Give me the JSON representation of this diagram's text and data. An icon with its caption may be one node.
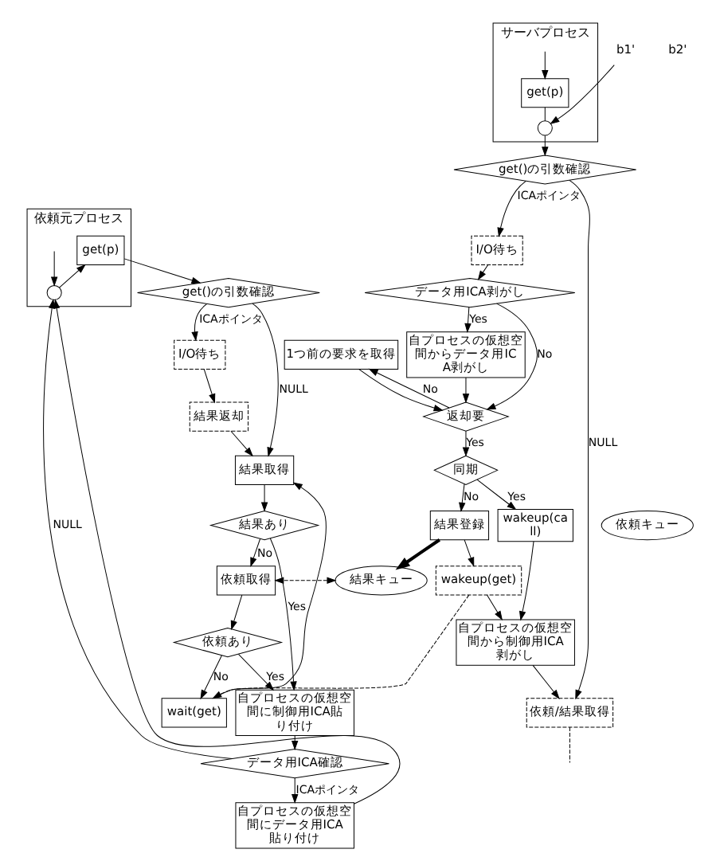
{
  "diagram": {
    "nodes": [
      {
        "text": [
          "依頼元プロセス"
        ]
      },
      {
        "text": [
          "get(p)"
        ],
        "in": 0
      },
      {
        "text": [],
        "shape": "circle",
        "in": 0
      },
      {
        "text": [
          "サーバプロセス"
        ]
      },
      {
        "text": [
          "get(p)"
        ],
        "in": 3
      },
      {
        "text": [],
        "shape": "circle",
        "in": 3
      },
      {
        "text": [
          "get()の引数確認"
        ]
      },
      {
        "text": [
          "I/O待ち"
        ]
      },
      {
        "text": [
          "結果返却"
        ]
      },
      {
        "text": [
          "結果取得"
        ]
      },
      {
        "text": [
          "結果あり"
        ]
      },
      {
        "text": [
          "依頼取得"
        ]
      },
      {
        "text": [
          "依頼あり"
        ]
      },
      {
        "text": [
          "wait(get)"
        ]
      },
      {
        "text": [
          "自プロセスの仮想空間に制御用ICA貼り付け"
        ]
      },
      {
        "text": [
          "データ用ICA確認"
        ]
      },
      {
        "text": [
          "自プロセスの仮想空間にデータ用ICA貼り付け"
        ]
      },
      {
        "text": [
          "依頼キュー"
        ]
      },
      {
        "text": [
          "結果キュー"
        ]
      },
      {
        "text": [
          "get()の引数確認"
        ]
      },
      {
        "text": [
          "I/O待ち"
        ]
      },
      {
        "text": [
          "データ用ICA剥がし"
        ]
      },
      {
        "text": [
          "自プロセスの仮想空間からデータ用ICA剥がし"
        ]
      },
      {
        "text": [
          "1つ前の要求を取得"
        ]
      },
      {
        "text": [
          "返却要"
        ]
      },
      {
        "text": [
          "同期"
        ]
      },
      {
        "text": [
          "結果登録"
        ]
      },
      {
        "text": [
          "wakeup(get)"
        ]
      },
      {
        "text": [
          "wakeup(call)"
        ]
      },
      {
        "text": [
          "自プロセスの仮想空間から制御用ICA剥がし"
        ]
      },
      {
        "text": [
          "依頼/結果取得"
        ]
      },
      {
        "text": [
          "b1'"
        ]
      }
    ],
    "edges": [
      {
        "from": null,
        "to": 2,
        "arrow": "to"
      },
      {
        "from": 2,
        "to": 1,
        "arrow": "to"
      },
      {
        "from": 1,
        "to": 6,
        "arrow": "to"
      },
      {
        "from": 6,
        "to": 7,
        "arrow": "to",
        "label": "ICAポインタ"
      },
      {
        "from": 6,
        "to": 9,
        "arrow": "to",
        "label": "NULL"
      },
      {
        "from": 7,
        "to": 8,
        "arrow": "to"
      },
      {
        "from": 8,
        "to": 9,
        "arrow": "to"
      },
      {
        "from": 9,
        "to": 10,
        "arrow": "to"
      },
      {
        "from": 10,
        "to": 11,
        "arrow": "to",
        "label": "No"
      },
      {
        "from": 10,
        "to": 14,
        "arrow": "to",
        "label": "Yes"
      },
      {
        "from": 11,
        "to": 12,
        "arrow": "to"
      },
      {
        "from": 12,
        "to": 14,
        "arrow": "to",
        "label": "Yes"
      },
      {
        "from": 12,
        "to": 13,
        "arrow": "to",
        "label": "No"
      },
      {
        "from": 13,
        "to": 9,
        "arrow": "to"
      },
      {
        "from": 14,
        "to": 15,
        "arrow": "to"
      },
      {
        "from": 15,
        "to": 16,
        "arrow": "to",
        "label": "ICAポインタ"
      },
      {
        "from": 15,
        "to": 2,
        "arrow": "to",
        "label": "NULL"
      },
      {
        "from": 16,
        "to": 2,
        "arrow": "to"
      },
      {
        "from": 18,
        "to": 11,
        "arrow": "both",
        "style": "dashed"
      },
      {
        "from": null,
        "to": 4,
        "arrow": "to"
      },
      {
        "from": 31,
        "to": 5,
        "arrow": "to"
      },
      {
        "from": 4,
        "to": 5,
        "arrow": "none"
      },
      {
        "from": 5,
        "to": 19,
        "arrow": "to"
      },
      {
        "from": 19,
        "to": 20,
        "arrow": "to",
        "label": "ICAポインタ"
      },
      {
        "from": 19,
        "to": 30,
        "arrow": "to",
        "label": "NULL"
      },
      {
        "from": 20,
        "to": 21,
        "arrow": "to"
      },
      {
        "from": 21,
        "to": 22,
        "arrow": "to",
        "label": "Yes"
      },
      {
        "from": 21,
        "to": 24,
        "arrow": "to",
        "label": "No"
      },
      {
        "from": 22,
        "to": 24,
        "arrow": "to"
      },
      {
        "from": 24,
        "to": 23,
        "arrow": "to",
        "label": "No"
      },
      {
        "from": 23,
        "to": 24,
        "arrow": "to"
      },
      {
        "from": 24,
        "to": 25,
        "arrow": "to",
        "label": "Yes"
      },
      {
        "from": 25,
        "to": 26,
        "arrow": "to",
        "label": "No"
      },
      {
        "from": 25,
        "to": 28,
        "arrow": "to",
        "label": "Yes"
      },
      {
        "from": 26,
        "to": 27,
        "arrow": "to"
      },
      {
        "from": 26,
        "to": 18,
        "arrow": "to",
        "style": "thick"
      },
      {
        "from": 27,
        "to": 13,
        "arrow": "to",
        "style": "dashed"
      },
      {
        "from": 27,
        "to": 29,
        "arrow": "to"
      },
      {
        "from": 28,
        "to": 29,
        "arrow": "to"
      },
      {
        "from": 29,
        "to": 30,
        "arrow": "to"
      },
      {
        "from": 30,
        "to": null,
        "arrow": "none",
        "style": "dashed"
      }
    ],
    "labels": [
      "b2'"
    ]
  }
}
